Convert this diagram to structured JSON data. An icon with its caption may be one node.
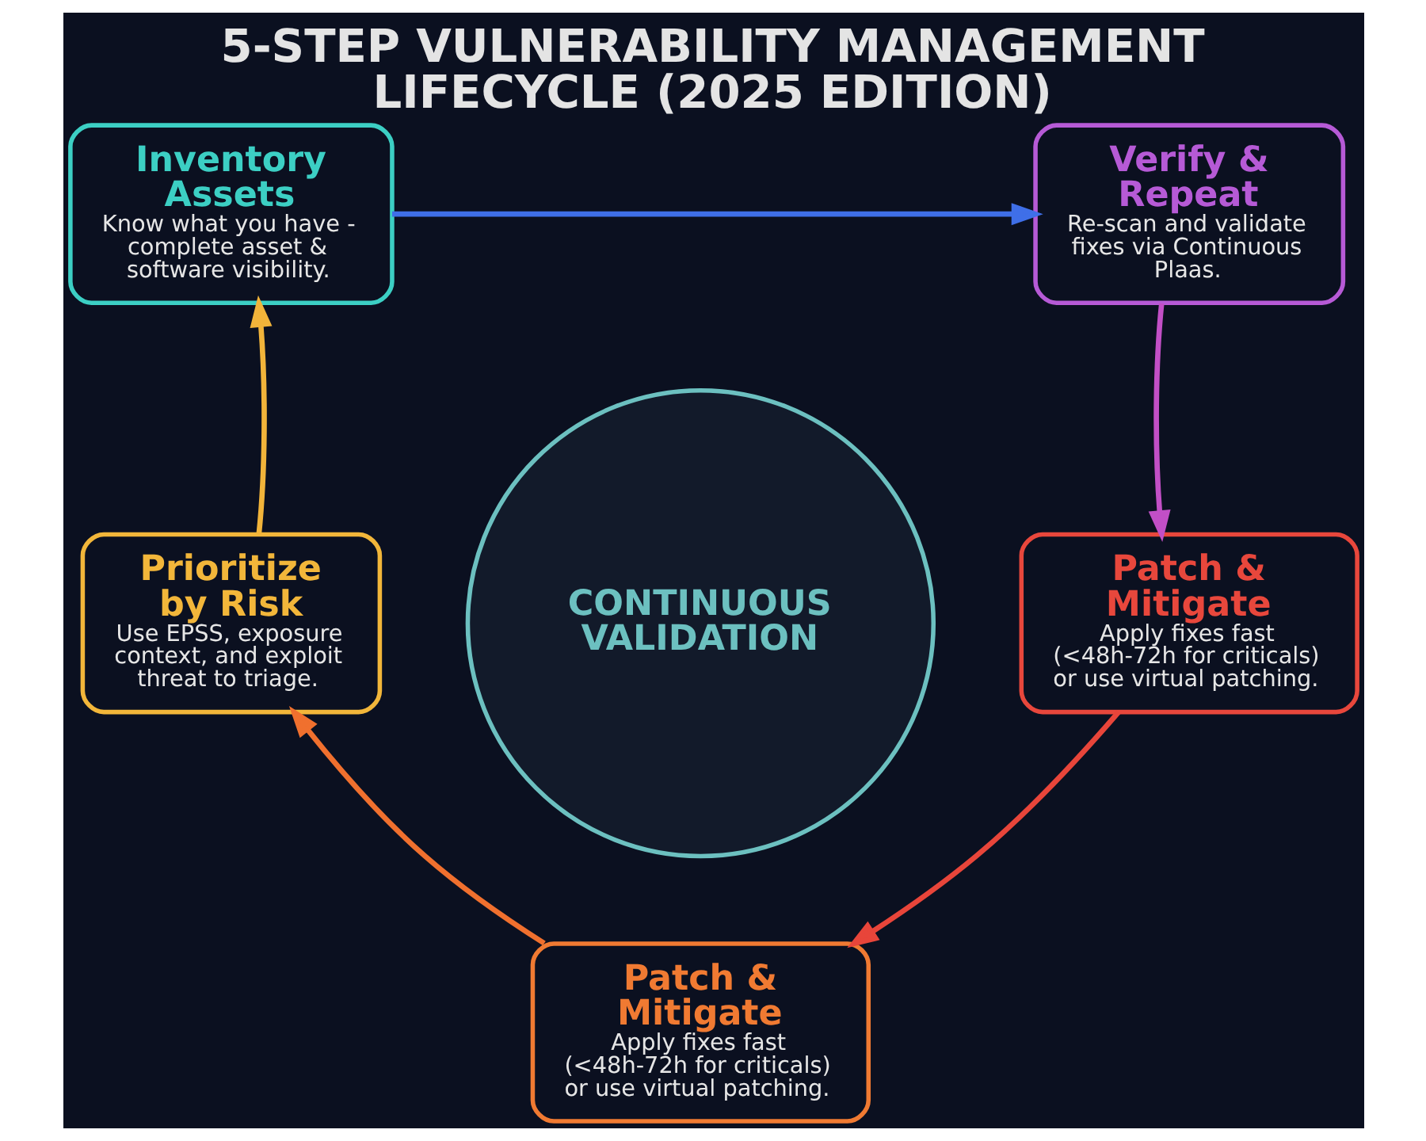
{
  "diagram": {
    "title": "5-STEP VULNERABILITY MANAGEMENT LIFECYCLE (2025 EDITION)",
    "nodes": [
      {
        "text": [
          "Inventory Assets",
          "Know what you have - complete asset & software visibility."
        ]
      },
      {
        "text": [
          "Verify & Repeat",
          "Re-scan and validate fixes via Continuous Plaas."
        ]
      },
      {
        "text": [
          "Patch & Mitigate",
          "Apply fixes fast (<48h-72h for criticals) or use virtual patching."
        ]
      },
      {
        "text": [
          "Patch & Mitigate",
          "Apply fixes fast (<48h-72h for criticals) or use virtual patching."
        ]
      },
      {
        "text": [
          "Prioritize by Risk",
          "Use EPSS, exposure context, and exploit threat to triage."
        ]
      },
      {
        "text": [
          "CONTINUOUS VALIDATION"
        ]
      }
    ],
    "edges": [
      {
        "from": 0,
        "to": 1,
        "arrow": "to",
        "color": "#3f6fe8"
      },
      {
        "from": 1,
        "to": 2,
        "arrow": "to",
        "color": "#c24fc6"
      },
      {
        "from": 2,
        "to": 3,
        "arrow": "to",
        "color": "#e8453a"
      },
      {
        "from": 3,
        "to": 4,
        "arrow": "to",
        "color": "#f0702e"
      },
      {
        "from": 4,
        "to": 0,
        "arrow": "to",
        "color": "#f2b43a"
      }
    ]
  }
}
